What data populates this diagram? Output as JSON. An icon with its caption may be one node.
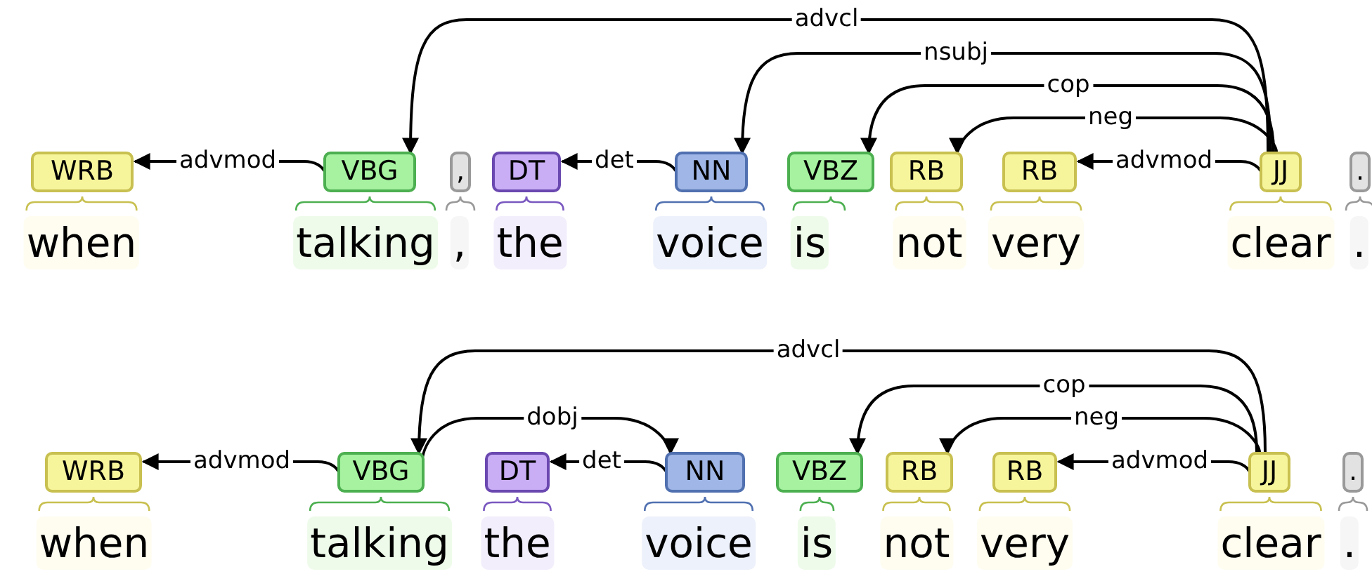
{
  "diagram": {
    "nodes": [
      {
        "text": [
          "WRB"
        ],
        "beside": [
          "when"
        ]
      },
      {
        "text": [
          "VBG"
        ],
        "beside": [
          "talking"
        ]
      },
      {
        "text": [
          ","
        ],
        "beside": [
          ","
        ]
      },
      {
        "text": [
          "DT"
        ],
        "beside": [
          "the"
        ]
      },
      {
        "text": [
          "NN"
        ],
        "beside": [
          "voice"
        ]
      },
      {
        "text": [
          "VBZ"
        ],
        "beside": [
          "is"
        ]
      },
      {
        "text": [
          "RB"
        ],
        "beside": [
          "not"
        ]
      },
      {
        "text": [
          "RB"
        ],
        "beside": [
          "very"
        ]
      },
      {
        "text": [
          "JJ"
        ],
        "beside": [
          "clear"
        ]
      },
      {
        "text": [
          "."
        ],
        "beside": [
          "."
        ]
      },
      {
        "text": [
          "WRB"
        ],
        "beside": [
          "when"
        ]
      },
      {
        "text": [
          "VBG"
        ],
        "beside": [
          "talking"
        ]
      },
      {
        "text": [
          "DT"
        ],
        "beside": [
          "the"
        ]
      },
      {
        "text": [
          "NN"
        ],
        "beside": [
          "voice"
        ]
      },
      {
        "text": [
          "VBZ"
        ],
        "beside": [
          "is"
        ]
      },
      {
        "text": [
          "RB"
        ],
        "beside": [
          "not"
        ]
      },
      {
        "text": [
          "RB"
        ],
        "beside": [
          "very"
        ]
      },
      {
        "text": [
          "JJ"
        ],
        "beside": [
          "clear"
        ]
      },
      {
        "text": [
          "."
        ],
        "beside": [
          "."
        ]
      }
    ],
    "edges": [
      {
        "from": 8,
        "to": 1,
        "arrow": "to",
        "label": "advcl"
      },
      {
        "from": 8,
        "to": 4,
        "arrow": "to",
        "label": "nsubj"
      },
      {
        "from": 8,
        "to": 5,
        "arrow": "to",
        "label": "cop"
      },
      {
        "from": 8,
        "to": 6,
        "arrow": "to",
        "label": "neg"
      },
      {
        "from": 1,
        "to": 0,
        "arrow": "to",
        "label": "advmod"
      },
      {
        "from": 4,
        "to": 3,
        "arrow": "to",
        "label": "det"
      },
      {
        "from": 8,
        "to": 7,
        "arrow": "to",
        "label": "advmod"
      },
      {
        "from": 17,
        "to": 11,
        "arrow": "to",
        "label": "advcl"
      },
      {
        "from": 17,
        "to": 14,
        "arrow": "to",
        "label": "cop"
      },
      {
        "from": 17,
        "to": 15,
        "arrow": "to",
        "label": "neg"
      },
      {
        "from": 11,
        "to": 10,
        "arrow": "to",
        "label": "advmod"
      },
      {
        "from": 11,
        "to": 13,
        "arrow": "to",
        "label": "dobj"
      },
      {
        "from": 13,
        "to": 12,
        "arrow": "to",
        "label": "det"
      },
      {
        "from": 17,
        "to": 16,
        "arrow": "to",
        "label": "advmod"
      }
    ]
  }
}
